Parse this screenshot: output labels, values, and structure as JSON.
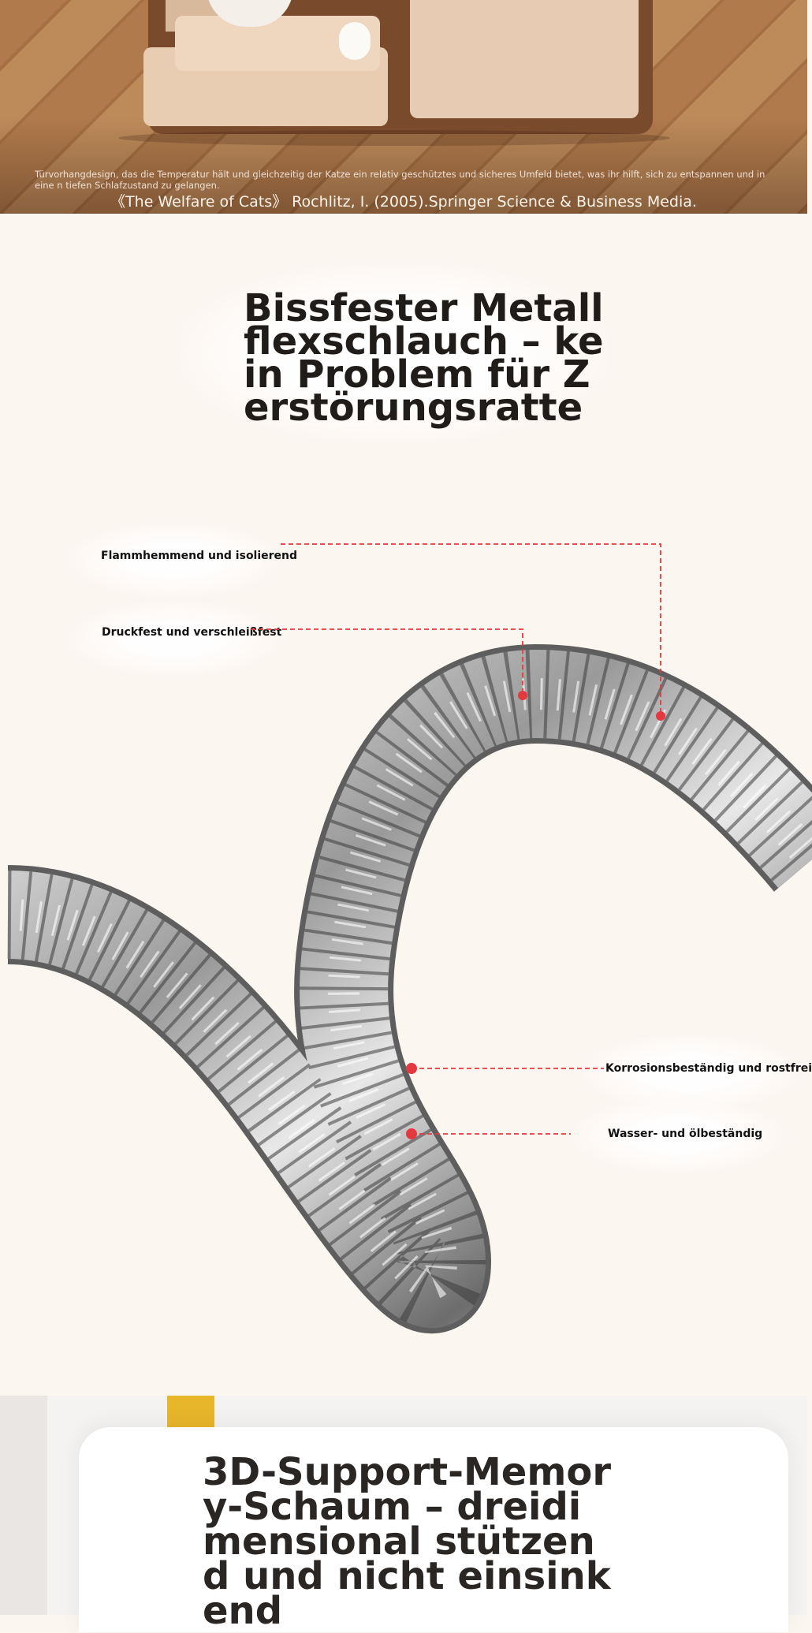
{
  "banner": {
    "description": "Türvorhangdesign, das die Temperatur hält und gleichzeitig der Katze ein relativ geschütztes und sicheres Umfeld bietet, was ihr hilft, sich zu entspannen und in eine n tiefen Schlafzustand zu gelangen.",
    "citation": "《The Welfare of Cats》 Rochlitz, I. (2005).Springer Science & Business Media."
  },
  "hose_section": {
    "title": "Bissfester Metall flexschlauch – kein Problem für Zerstörungsratte",
    "callouts": {
      "flame": "Flammhemmend und isolierend",
      "pressure": "Druckfest und verschleißfest",
      "corrosion": "Korrosionsbeständig und rostfrei",
      "water_oil": "Wasser- und ölbeständig"
    },
    "accent_color": "#e53940"
  },
  "foam_section": {
    "title": "3D-Support-Memory-Schaum – dreidimensional stützend und nicht einsinkend"
  }
}
